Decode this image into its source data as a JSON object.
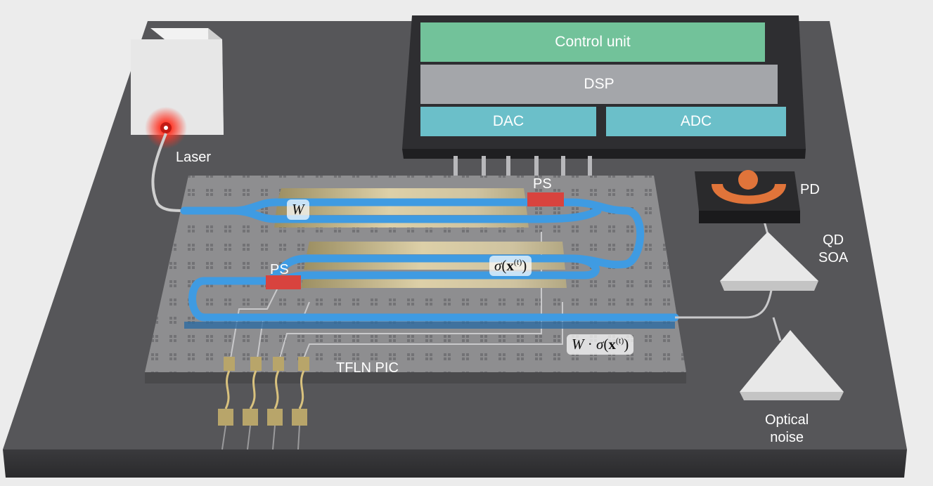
{
  "blocks": {
    "control_unit": "Control unit",
    "dsp": "DSP",
    "dac": "DAC",
    "adc": "ADC"
  },
  "labels": {
    "laser": "Laser",
    "pd": "PD",
    "qd_soa_line1": "QD",
    "qd_soa_line2": "SOA",
    "optical_noise_line1": "Optical",
    "optical_noise_line2": "noise",
    "tfln_pic": "TFLN PIC",
    "ps_top": "PS",
    "ps_bottom": "PS"
  },
  "math": {
    "w": {
      "symbol": "W"
    },
    "sigma": {
      "sigma": "σ",
      "open": "(",
      "x": "x",
      "sup": "(t)",
      "close": ")"
    },
    "product": {
      "w": "W",
      "dot": " · ",
      "sigma": "σ",
      "open": "(",
      "x": "x",
      "sup": "(t)",
      "close": ")"
    }
  },
  "colors": {
    "board": "#565659",
    "chip": "#8e8e90",
    "waveguide": "#3f9be2",
    "phase_shifter": "#d8433e",
    "control_unit": "#72c29a",
    "dsp": "#a4a6aa",
    "converter": "#6bbfc9",
    "pd": "#e0743a",
    "laser_glow": "#ff2a1a",
    "electrode": "#cdbf95"
  }
}
